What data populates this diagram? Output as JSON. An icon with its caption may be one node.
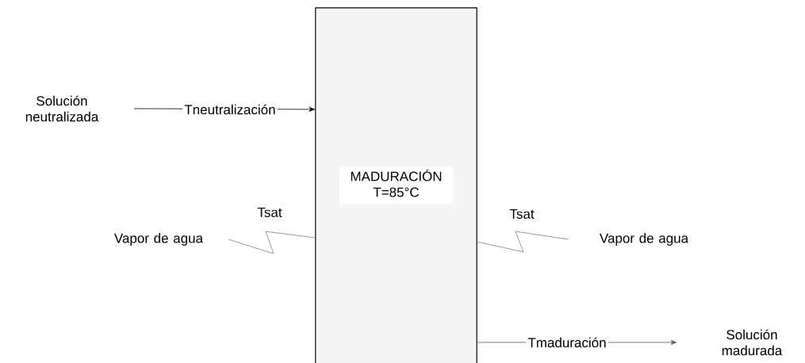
{
  "diagram": {
    "nodes": [
      {
        "text": [
          "MADURACIÓN",
          "T=85°C"
        ]
      },
      {
        "text": [
          "Solución neutralizada"
        ]
      },
      {
        "text": [
          "Vapor de agua"
        ]
      },
      {
        "text": [
          "Vapor de agua"
        ]
      },
      {
        "text": [
          "Solución madurada"
        ]
      }
    ],
    "edges": [
      {
        "from": 1,
        "to": 0,
        "arrow": "to",
        "label": "Tneutralización",
        "color": "#000000"
      },
      {
        "from": 2,
        "to": 0,
        "arrow": "none",
        "label": "Tsat",
        "color": "#7f7f7f"
      },
      {
        "from": 0,
        "to": 3,
        "arrow": "none",
        "label": "Tsat",
        "color": "#7f7f7f"
      },
      {
        "from": 0,
        "to": 4,
        "arrow": "to",
        "label": "Tmaduración",
        "color": "#595959"
      }
    ]
  }
}
